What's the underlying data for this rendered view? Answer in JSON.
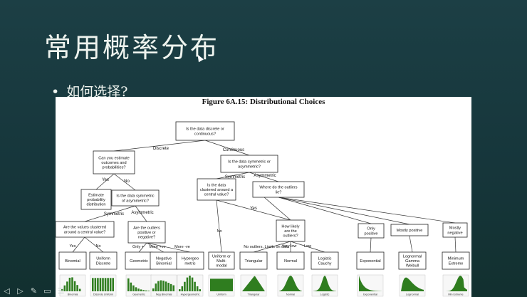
{
  "slide": {
    "title": "常用概率分布",
    "bullet": "如何选择?"
  },
  "figure": {
    "title": "Figure 6A.15: Distributional Choices",
    "nodes": {
      "root": [
        "Is the data discrete or",
        "continuous?"
      ],
      "estimate_q": [
        "Can you estimate",
        "outcomes and",
        "probabilities?"
      ],
      "symmetric_q": [
        "Is the data symmetric or",
        "asymmetric?"
      ],
      "estimate_dist": [
        "Estimate",
        "probability",
        "distribution"
      ],
      "sym_or_asym": [
        "Is the data symmetric",
        "of asymmetric?"
      ],
      "clustered_d": [
        "Are the values clustered",
        "around a central value?"
      ],
      "outliers_d": [
        "Are the outliers",
        "positive or",
        "negative?"
      ],
      "clustered_c": [
        "Is the data",
        "clustered around a",
        "central value?"
      ],
      "where_outliers": [
        "Where do the outliers",
        "lie?"
      ],
      "how_likely": [
        "How likely",
        "are the",
        "outliers?"
      ],
      "only_positive": [
        "Only",
        "positive"
      ],
      "mostly_positive": [
        "Mostly positive"
      ],
      "mostly_negative": [
        "Mostly",
        "negative"
      ]
    },
    "edges": {
      "discrete": "Discrete",
      "continuous": "Continuous",
      "yes1": "Yes",
      "no1": "No",
      "symmetric1": "Symmetric",
      "asymmetric1": "Asymmetric",
      "symmetric2": "Symmetric",
      "asymmetric2": "Asymmetric",
      "yes2": "Yes",
      "no2": "No",
      "yes3": "Yes",
      "no3": "No",
      "only_pos": "Only +",
      "more_pos": "More +ve",
      "more_neg": "More -ve",
      "no_outliers": "No outliers. Limits on data",
      "very_low": "Very low",
      "low": "Low"
    },
    "leaves": [
      [
        "Binomial"
      ],
      [
        "Uniform",
        "Discrete"
      ],
      [
        "Geometric"
      ],
      [
        "Negative",
        "Binomial"
      ],
      [
        "Hypergeo",
        "metric"
      ],
      [
        "Uniform or",
        "Multi-",
        "modal"
      ],
      [
        "Triangular"
      ],
      [
        "Normal"
      ],
      [
        "Logistic",
        "Cauchy"
      ],
      [
        "Exponential"
      ],
      [
        "Lognormal",
        "Gamma",
        "Weibull"
      ],
      [
        "Minimum",
        "Extreme"
      ]
    ],
    "thumbnails": [
      "Binomial",
      "Discrete Uniform",
      "Geometric",
      "Neg Binomial",
      "Hypergeometric",
      "Uniform",
      "Triangular",
      "Normal",
      "Logistic",
      "Exponential",
      "Lognormal",
      "Min Extreme"
    ],
    "colors": {
      "plot": "#2f7d1f",
      "box": "#222222",
      "line": "#333333"
    }
  },
  "nav_icons": [
    "prev-arrow-icon",
    "next-arrow-icon",
    "pen-icon",
    "slides-icon",
    "menu-icon"
  ]
}
